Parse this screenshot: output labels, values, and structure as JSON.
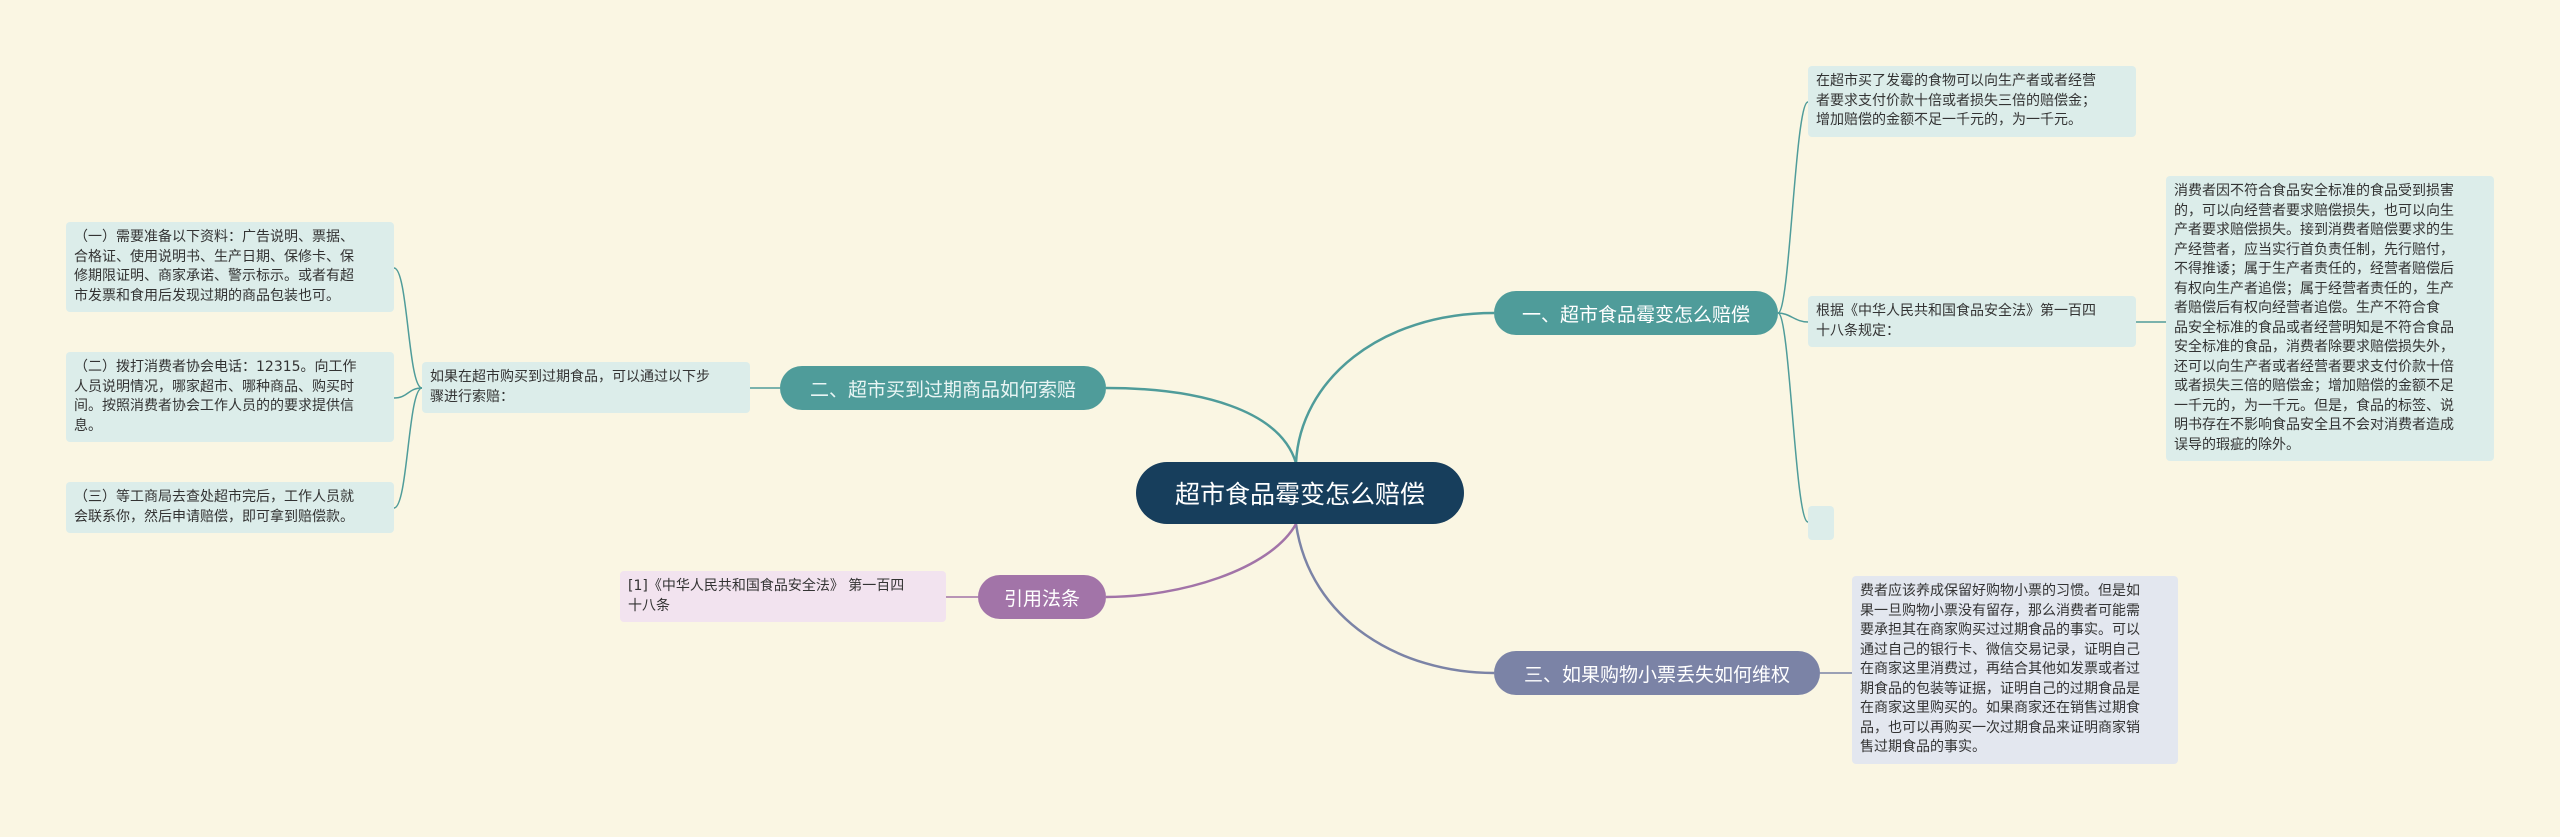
{
  "root": {
    "label": "超市食品霉变怎么赔偿"
  },
  "branch1": {
    "label": "一、超市食品霉变怎么赔偿",
    "leaf_a": "在超市买了发霉的食物可以向生产者或者经营\n者要求支付价款十倍或者损失三倍的赔偿金；\n增加赔偿的金额不足一千元的，为一千元。",
    "leaf_b": "根据《中华人民共和国食品安全法》第一百四\n十八条规定：",
    "leaf_b_detail": "消费者因不符合食品安全标准的食品受到损害\n的，可以向经营者要求赔偿损失，也可以向生\n产者要求赔偿损失。接到消费者赔偿要求的生\n产经营者，应当实行首负责任制，先行赔付，\n不得推诿；属于生产者责任的，经营者赔偿后\n有权向生产者追偿；属于经营者责任的，生产\n者赔偿后有权向经营者追偿。生产不符合食\n品安全标准的食品或者经营明知是不符合食品\n安全标准的食品，消费者除要求赔偿损失外，\n还可以向生产者或者经营者要求支付价款十倍\n或者损失三倍的赔偿金；增加赔偿的金额不足\n一千元的，为一千元。但是，食品的标签、说\n明书存在不影响食品安全且不会对消费者造成\n误导的瑕疵的除外。"
  },
  "branch2": {
    "label": "二、超市买到过期商品如何索赔",
    "leaf_main": "如果在超市购买到过期食品，可以通过以下步\n骤进行索赔：",
    "step1": "（一）需要准备以下资料：广告说明、票据、\n合格证、使用说明书、生产日期、保修卡、保\n修期限证明、商家承诺、警示标示。或者有超\n市发票和食用后发现过期的商品包装也可。",
    "step2": "（二）拨打消费者协会电话：12315。向工作\n人员说明情况，哪家超市、哪种商品、购买时\n间。按照消费者协会工作人员的的要求提供信\n息。",
    "step3": "（三）等工商局去查处超市完后，工作人员就\n会联系你，然后申请赔偿，即可拿到赔偿款。"
  },
  "branch3": {
    "label": "三、如果购物小票丢失如何维权",
    "leaf": "费者应该养成保留好购物小票的习惯。但是如\n果一旦购物小票没有留存，那么消费者可能需\n要承担其在商家购买过过期食品的事实。可以\n通过自己的银行卡、微信交易记录，证明自己\n在商家这里消费过，再结合其他如发票或者过\n期食品的包装等证据，证明自己的过期食品是\n在商家这里购买的。如果商家还在销售过期食\n品，也可以再购买一次过期食品来证明商家销\n售过期食品的事实。"
  },
  "branch4": {
    "label": "引用法条",
    "leaf": "[1]《中华人民共和国食品安全法》 第一百四\n十八条"
  },
  "colors": {
    "background": "#faf6e3",
    "root": "#173e5c",
    "teal_branch": "#4f9c9a",
    "blue_branch": "#7b83a6",
    "purple_branch": "#a274a8",
    "teal_leaf": "#dcedea",
    "blue_leaf": "#e3e7ef",
    "pink_leaf": "#f2e3ef"
  }
}
